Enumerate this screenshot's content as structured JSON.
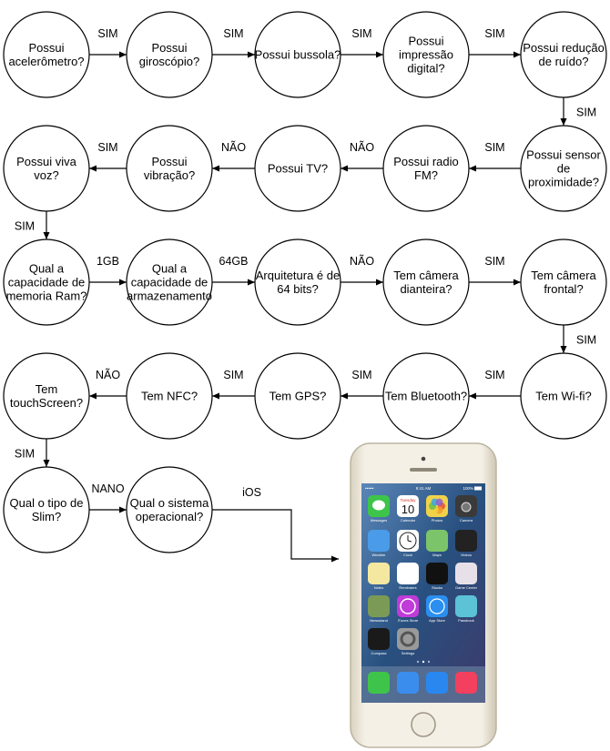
{
  "nodes": [
    {
      "id": "n1",
      "lines": [
        "Possui",
        "acelerômetro?"
      ]
    },
    {
      "id": "n2",
      "lines": [
        "Possui",
        "giroscópio?"
      ]
    },
    {
      "id": "n3",
      "lines": [
        "Possui bussola?"
      ]
    },
    {
      "id": "n4",
      "lines": [
        "Possui",
        "impressão",
        "digital?"
      ]
    },
    {
      "id": "n5",
      "lines": [
        "Possui redução",
        "de ruído?"
      ]
    },
    {
      "id": "n6",
      "lines": [
        "Possui sensor",
        "de",
        "proximidade?"
      ]
    },
    {
      "id": "n7",
      "lines": [
        "Possui radio",
        "FM?"
      ]
    },
    {
      "id": "n8",
      "lines": [
        "Possui TV?"
      ]
    },
    {
      "id": "n9",
      "lines": [
        "Possui",
        "vibração?"
      ]
    },
    {
      "id": "n10",
      "lines": [
        "Possui viva",
        "voz?"
      ]
    },
    {
      "id": "n11",
      "lines": [
        "Qual a",
        "capacidade de",
        "memoria Ram?"
      ]
    },
    {
      "id": "n12",
      "lines": [
        "Qual a",
        "capacidade de",
        "armazenamento"
      ]
    },
    {
      "id": "n13",
      "lines": [
        "Arquitetura é de",
        "64 bits?"
      ]
    },
    {
      "id": "n14",
      "lines": [
        "Tem câmera",
        "dianteira?"
      ]
    },
    {
      "id": "n15",
      "lines": [
        "Tem câmera",
        "frontal?"
      ]
    },
    {
      "id": "n16",
      "lines": [
        "Tem Wi-fi?"
      ]
    },
    {
      "id": "n17",
      "lines": [
        "Tem Bluetooth?"
      ]
    },
    {
      "id": "n18",
      "lines": [
        "Tem GPS?"
      ]
    },
    {
      "id": "n19",
      "lines": [
        "Tem NFC?"
      ]
    },
    {
      "id": "n20",
      "lines": [
        "Tem",
        "touchScreen?"
      ]
    },
    {
      "id": "n21",
      "lines": [
        "Qual o tipo de",
        "Slim?"
      ]
    },
    {
      "id": "n22",
      "lines": [
        "Qual o sistema",
        "operacional?"
      ]
    }
  ],
  "edges": [
    {
      "from": "n1",
      "to": "n2",
      "label": "SIM"
    },
    {
      "from": "n2",
      "to": "n3",
      "label": "SIM"
    },
    {
      "from": "n3",
      "to": "n4",
      "label": "SIM"
    },
    {
      "from": "n4",
      "to": "n5",
      "label": "SIM"
    },
    {
      "from": "n5",
      "to": "n6",
      "label": "SIM"
    },
    {
      "from": "n6",
      "to": "n7",
      "label": "SIM"
    },
    {
      "from": "n7",
      "to": "n8",
      "label": "NÃO"
    },
    {
      "from": "n8",
      "to": "n9",
      "label": "NÃO"
    },
    {
      "from": "n9",
      "to": "n10",
      "label": "SIM"
    },
    {
      "from": "n10",
      "to": "n11",
      "label": "SIM"
    },
    {
      "from": "n11",
      "to": "n12",
      "label": "1GB"
    },
    {
      "from": "n12",
      "to": "n13",
      "label": "64GB"
    },
    {
      "from": "n13",
      "to": "n14",
      "label": "NÃO"
    },
    {
      "from": "n14",
      "to": "n15",
      "label": "SIM"
    },
    {
      "from": "n15",
      "to": "n16",
      "label": "SIM"
    },
    {
      "from": "n16",
      "to": "n17",
      "label": "SIM"
    },
    {
      "from": "n17",
      "to": "n18",
      "label": "SIM"
    },
    {
      "from": "n18",
      "to": "n19",
      "label": "SIM"
    },
    {
      "from": "n19",
      "to": "n20",
      "label": "NÃO"
    },
    {
      "from": "n20",
      "to": "n21",
      "label": "SIM"
    },
    {
      "from": "n21",
      "to": "n22",
      "label": "NANO"
    },
    {
      "from": "n22",
      "to": "phone",
      "label": "iOS"
    }
  ],
  "result": {
    "device_icon": "smartphone-icon",
    "status_bar": {
      "carrier": "•••••• ",
      "time": "9:41 AM",
      "battery": "100%"
    },
    "calendar_day": "Tuesday",
    "calendar_date": "10",
    "apps": [
      "Messages",
      "Calendar",
      "Photos",
      "Camera",
      "Weather",
      "Clock",
      "Maps",
      "Videos",
      "Notes",
      "Reminders",
      "Stocks",
      "Game Center",
      "Newsstand",
      "iTunes Store",
      "App Store",
      "Passbook",
      "Compass",
      "Settings"
    ],
    "dock": [
      "phone-icon",
      "mail-icon",
      "safari-icon",
      "music-icon"
    ]
  },
  "colors": {
    "stroke": "#000000",
    "node_fill": "#ffffff",
    "phone_body": "#e9e3d5",
    "screen": "#1c3e6e"
  }
}
